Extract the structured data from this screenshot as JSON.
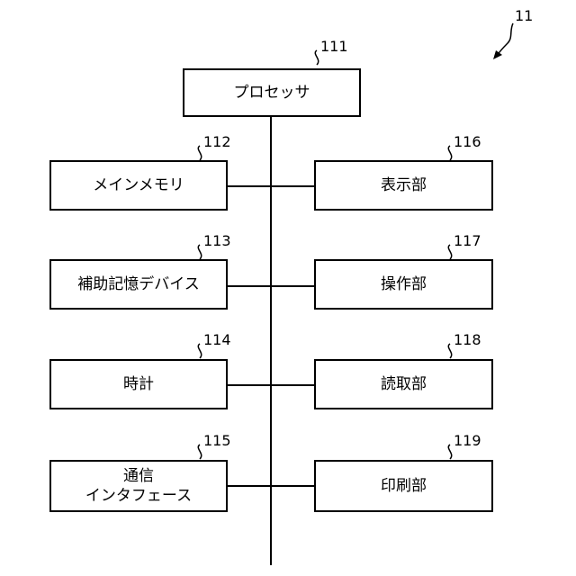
{
  "figure_ref": "11",
  "bus_color": "#000000",
  "blocks": [
    {
      "id": "processor",
      "ref": "111",
      "label": "プロセッサ"
    },
    {
      "id": "main-memory",
      "ref": "112",
      "label": "メインメモリ"
    },
    {
      "id": "aux-storage",
      "ref": "113",
      "label": "補助記憶デバイス"
    },
    {
      "id": "clock",
      "ref": "114",
      "label": "時計"
    },
    {
      "id": "comm-interface",
      "ref": "115",
      "label_line1": "通信",
      "label_line2": "インタフェース"
    },
    {
      "id": "display",
      "ref": "116",
      "label": "表示部"
    },
    {
      "id": "operation",
      "ref": "117",
      "label": "操作部"
    },
    {
      "id": "reader",
      "ref": "118",
      "label": "読取部"
    },
    {
      "id": "printer",
      "ref": "119",
      "label": "印刷部"
    }
  ]
}
